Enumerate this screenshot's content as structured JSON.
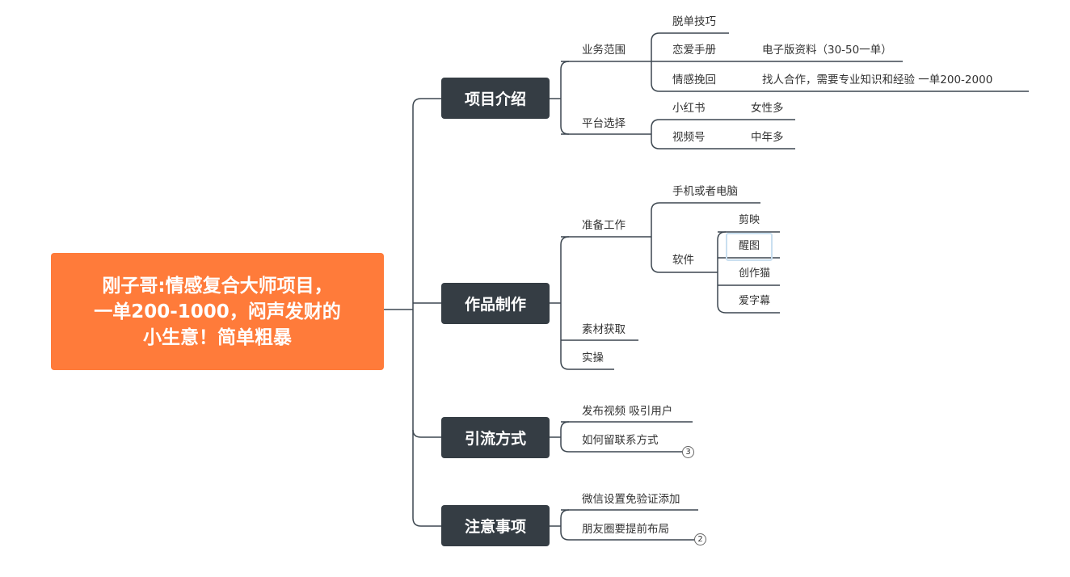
{
  "root": {
    "title": "刚子哥:情感复合大师项目，\n一单200-1000，闷声发财的\n小生意！简单粗暴"
  },
  "branches": {
    "intro": {
      "label": "项目介绍",
      "scope": {
        "label": "业务范围",
        "items": [
          {
            "label": "脱单技巧"
          },
          {
            "label": "恋爱手册",
            "detail": "电子版资料（30-50一单）"
          },
          {
            "label": "情感挽回",
            "detail": "找人合作，需要专业知识和经验  一单200-2000"
          }
        ]
      },
      "platform": {
        "label": "平台选择",
        "items": [
          {
            "label": "小红书",
            "detail": "女性多"
          },
          {
            "label": "视频号",
            "detail": "中年多"
          }
        ]
      }
    },
    "production": {
      "label": "作品制作",
      "prep": {
        "label": "准备工作",
        "device": "手机或者电脑",
        "software": {
          "label": "软件",
          "items": [
            "剪映",
            "醒图",
            "创作猫",
            "爱字幕"
          ]
        }
      },
      "material": "素材获取",
      "practice": "实操"
    },
    "traffic": {
      "label": "引流方式",
      "items": [
        {
          "label": "发布视频 吸引用户"
        },
        {
          "label": "如何留联系方式",
          "badge": "3"
        }
      ]
    },
    "notes": {
      "label": "注意事项",
      "items": [
        {
          "label": "微信设置免验证添加"
        },
        {
          "label": "朋友圈要提前布局",
          "badge": "2"
        }
      ]
    }
  },
  "colors": {
    "root": "#ff7b3a",
    "main": "#353d44",
    "line": "#3d4750",
    "selection": "#c9dff0"
  }
}
